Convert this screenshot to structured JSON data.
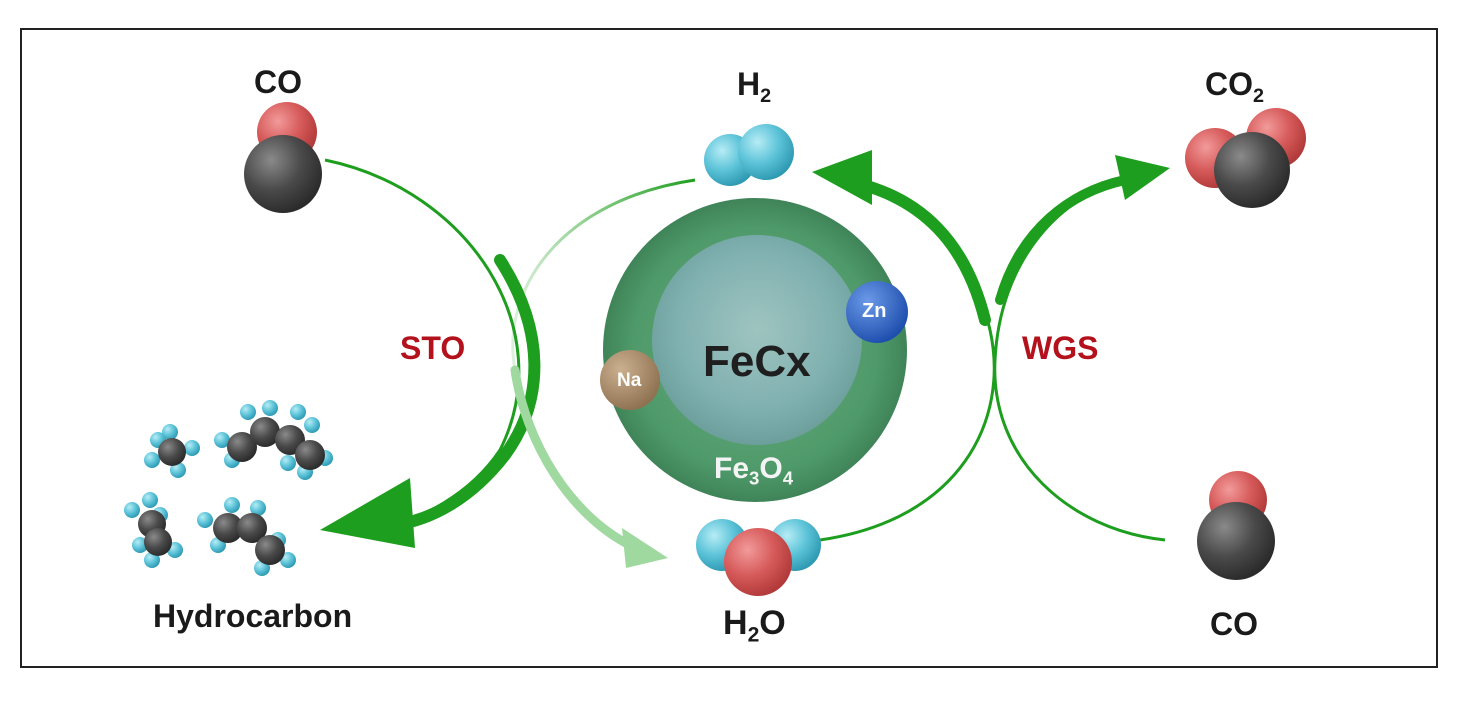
{
  "labels": {
    "co_top_left": "CO",
    "h2_base": "H",
    "h2_sub": "2",
    "co2_base": "CO",
    "co2_sub": "2",
    "sto": "STO",
    "wgs": "WGS",
    "hydrocarbon": "Hydrocarbon",
    "h2o_base": "H",
    "h2o_sub": "2",
    "h2o_tail": "O",
    "co_bottom_right": "CO",
    "core": "FeCx",
    "shell_base1": "Fe",
    "shell_sub1": "3",
    "shell_base2": "O",
    "shell_sub2": "4",
    "promoter_na": "Na",
    "promoter_zn": "Zn"
  },
  "colors": {
    "arrow_green": "#1e9e1e",
    "arrow_light_green": "#9fd99f",
    "shell_green": "#4f9a6a",
    "core_teal": "#7fb0b0",
    "oxygen_red": "#d65a5a",
    "carbon_gray": "#4a4a4a",
    "hydrogen_cyan": "#5cc3d8",
    "na_brown": "#a88a6a",
    "zn_blue": "#2f66c8",
    "label_red": "#b3121d"
  }
}
